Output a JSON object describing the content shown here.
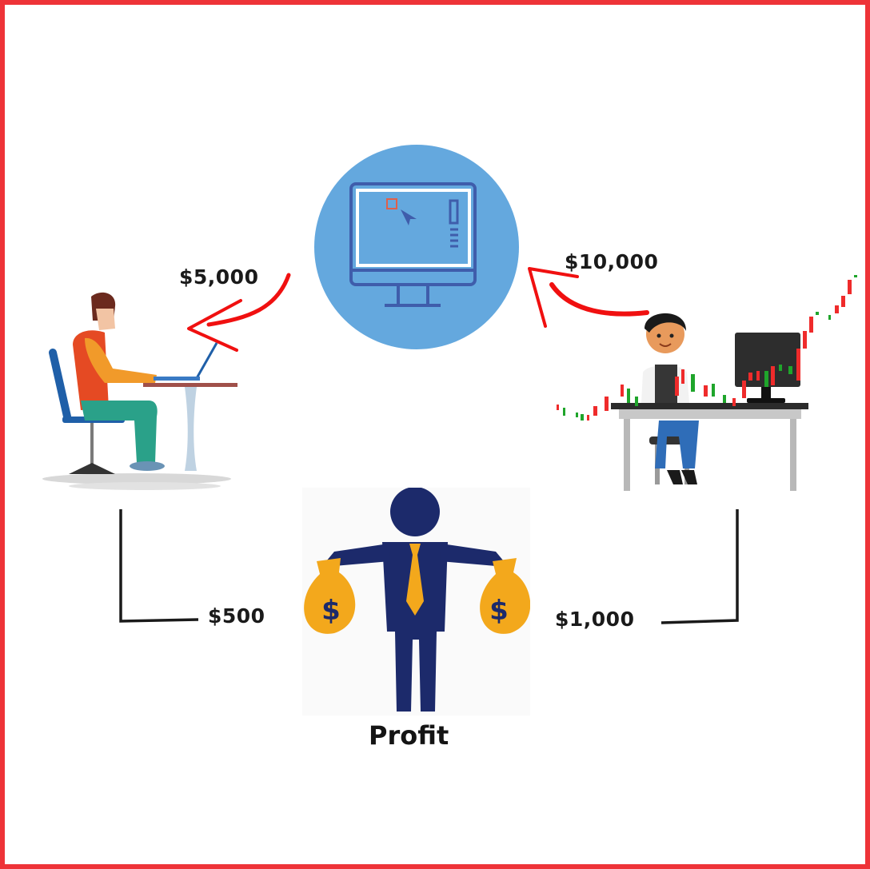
{
  "diagram": {
    "title_label": "Profit",
    "nodes": {
      "platform": {
        "label": "",
        "icon": "monitor-icon",
        "circle_color": "#64a8de",
        "stroke_color": "#3f5dab"
      },
      "trader_left": {
        "icon": "person-at-laptop-icon"
      },
      "trader_right": {
        "icon": "trader-with-candlestick-chart-icon"
      },
      "profit": {
        "icon": "businessman-with-money-bags-icon",
        "figure_color": "#1c2a6b",
        "accent_color": "#f3a81c"
      }
    },
    "edges": [
      {
        "from": "platform",
        "to": "trader_left",
        "amount": "$5,000",
        "style": "red-arrow",
        "color": "#f01010"
      },
      {
        "from": "trader_right",
        "to": "platform",
        "amount": "$10,000",
        "style": "red-arrow",
        "color": "#f01010"
      },
      {
        "from": "trader_left",
        "to": "profit",
        "amount": "$500",
        "style": "black-connector",
        "color": "#1a1a1a"
      },
      {
        "from": "trader_right",
        "to": "profit",
        "amount": "$1,000",
        "style": "black-connector",
        "color": "#1a1a1a"
      }
    ],
    "border_color": "#ee3338",
    "candle_colors": {
      "up": "#1fa52b",
      "down": "#ef2b2b"
    }
  }
}
